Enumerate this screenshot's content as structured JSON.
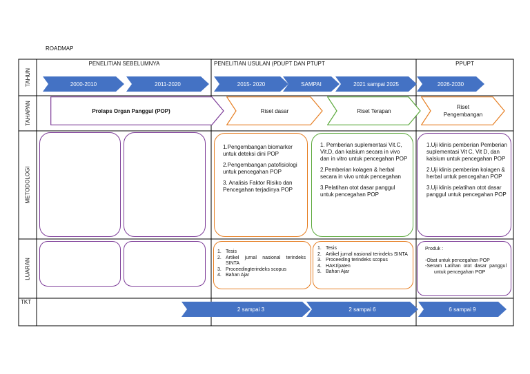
{
  "title": "ROADMAP",
  "headers": {
    "previous": "PENELITIAN SEBELUMNYA",
    "proposed": "PENELITIAN USULAN (PDUPT DAN PTUPT",
    "ppupt": "PPUPT"
  },
  "row_labels": {
    "tahun": "TAHUN",
    "tahapan": "TAHAPAN",
    "metodologi": "METODOLOGI",
    "luaran": "LUARAN",
    "tkt": "TKT"
  },
  "years": [
    "2000-2010",
    "2011-2020",
    "2015- 2020",
    "SAMPAI",
    "2021 sampai 2025",
    "2026-2030"
  ],
  "stages": {
    "pop": "Prolaps Organ Panggul (POP)",
    "dasar": "Riset dasar",
    "terapan": "Riset Terapan",
    "pengembangan_1": "Riset",
    "pengembangan_2": "Pengembangan"
  },
  "metodologi": {
    "dasar": [
      "1.Pengembangan biomarker untuk deteksi dini POP",
      "2.Pengembangan patofisiologi untuk pencegahan POP",
      "3. Analisis Faktor Risiko dan Pencegahan terjadinya POP"
    ],
    "terapan": [
      "1. Pemberian suplementasi Vit.C, Vit.D, dan kalsium secara in vivo dan in vitro untuk pencegahan POP",
      "2.Pemberian kolagen & herbal secara in vivo untuk pencegahan",
      "3.Pelatihan otot dasar panggul untuk pencegahan POP"
    ],
    "pengembangan": [
      "1.Uji klinis pemberian Pemberian suplementasi Vit C, Vit D, dan kalsium untuk pencegahan POP",
      "2.Uji klinis pemberian kolagen & herbal untuk pencegahan POP",
      "3.Uji klinis pelatihan otot dasar panggul untuk pencegahan POP"
    ]
  },
  "luaran": {
    "dasar": [
      {
        "n": "1.",
        "text": "Tesis"
      },
      {
        "n": "2.",
        "text": "Artikel jurnal nasional terindeks SINTA"
      },
      {
        "n": "3.",
        "text": "Proceedingterindeks scopus"
      },
      {
        "n": "4.",
        "text": "Bahan Ajar"
      }
    ],
    "terapan": [
      {
        "n": "1.",
        "text": "Tesis"
      },
      {
        "n": "2.",
        "text": "Artikel jurnal nasional terindeks SINTA"
      },
      {
        "n": "3.",
        "text": "Proceeding terindeks scopus"
      },
      {
        "n": "4.",
        "text": "HAKI/paten"
      },
      {
        "n": "5.",
        "text": "Bahan Ajar"
      }
    ],
    "pengembangan": {
      "heading": "Produk :",
      "items": [
        "-Obat untuk pencegahan POP",
        "-Senam Latihan otot dasar panggul untuk pencegahan POP"
      ]
    }
  },
  "tkt": [
    "2 sampai 3",
    "2 sampai 6",
    "6 sampai 9"
  ],
  "colors": {
    "chevron_blue": "#4472c4",
    "stage_purple": "#7d3c98",
    "stage_orange": "#e67e22",
    "stage_green": "#5aa83a"
  }
}
